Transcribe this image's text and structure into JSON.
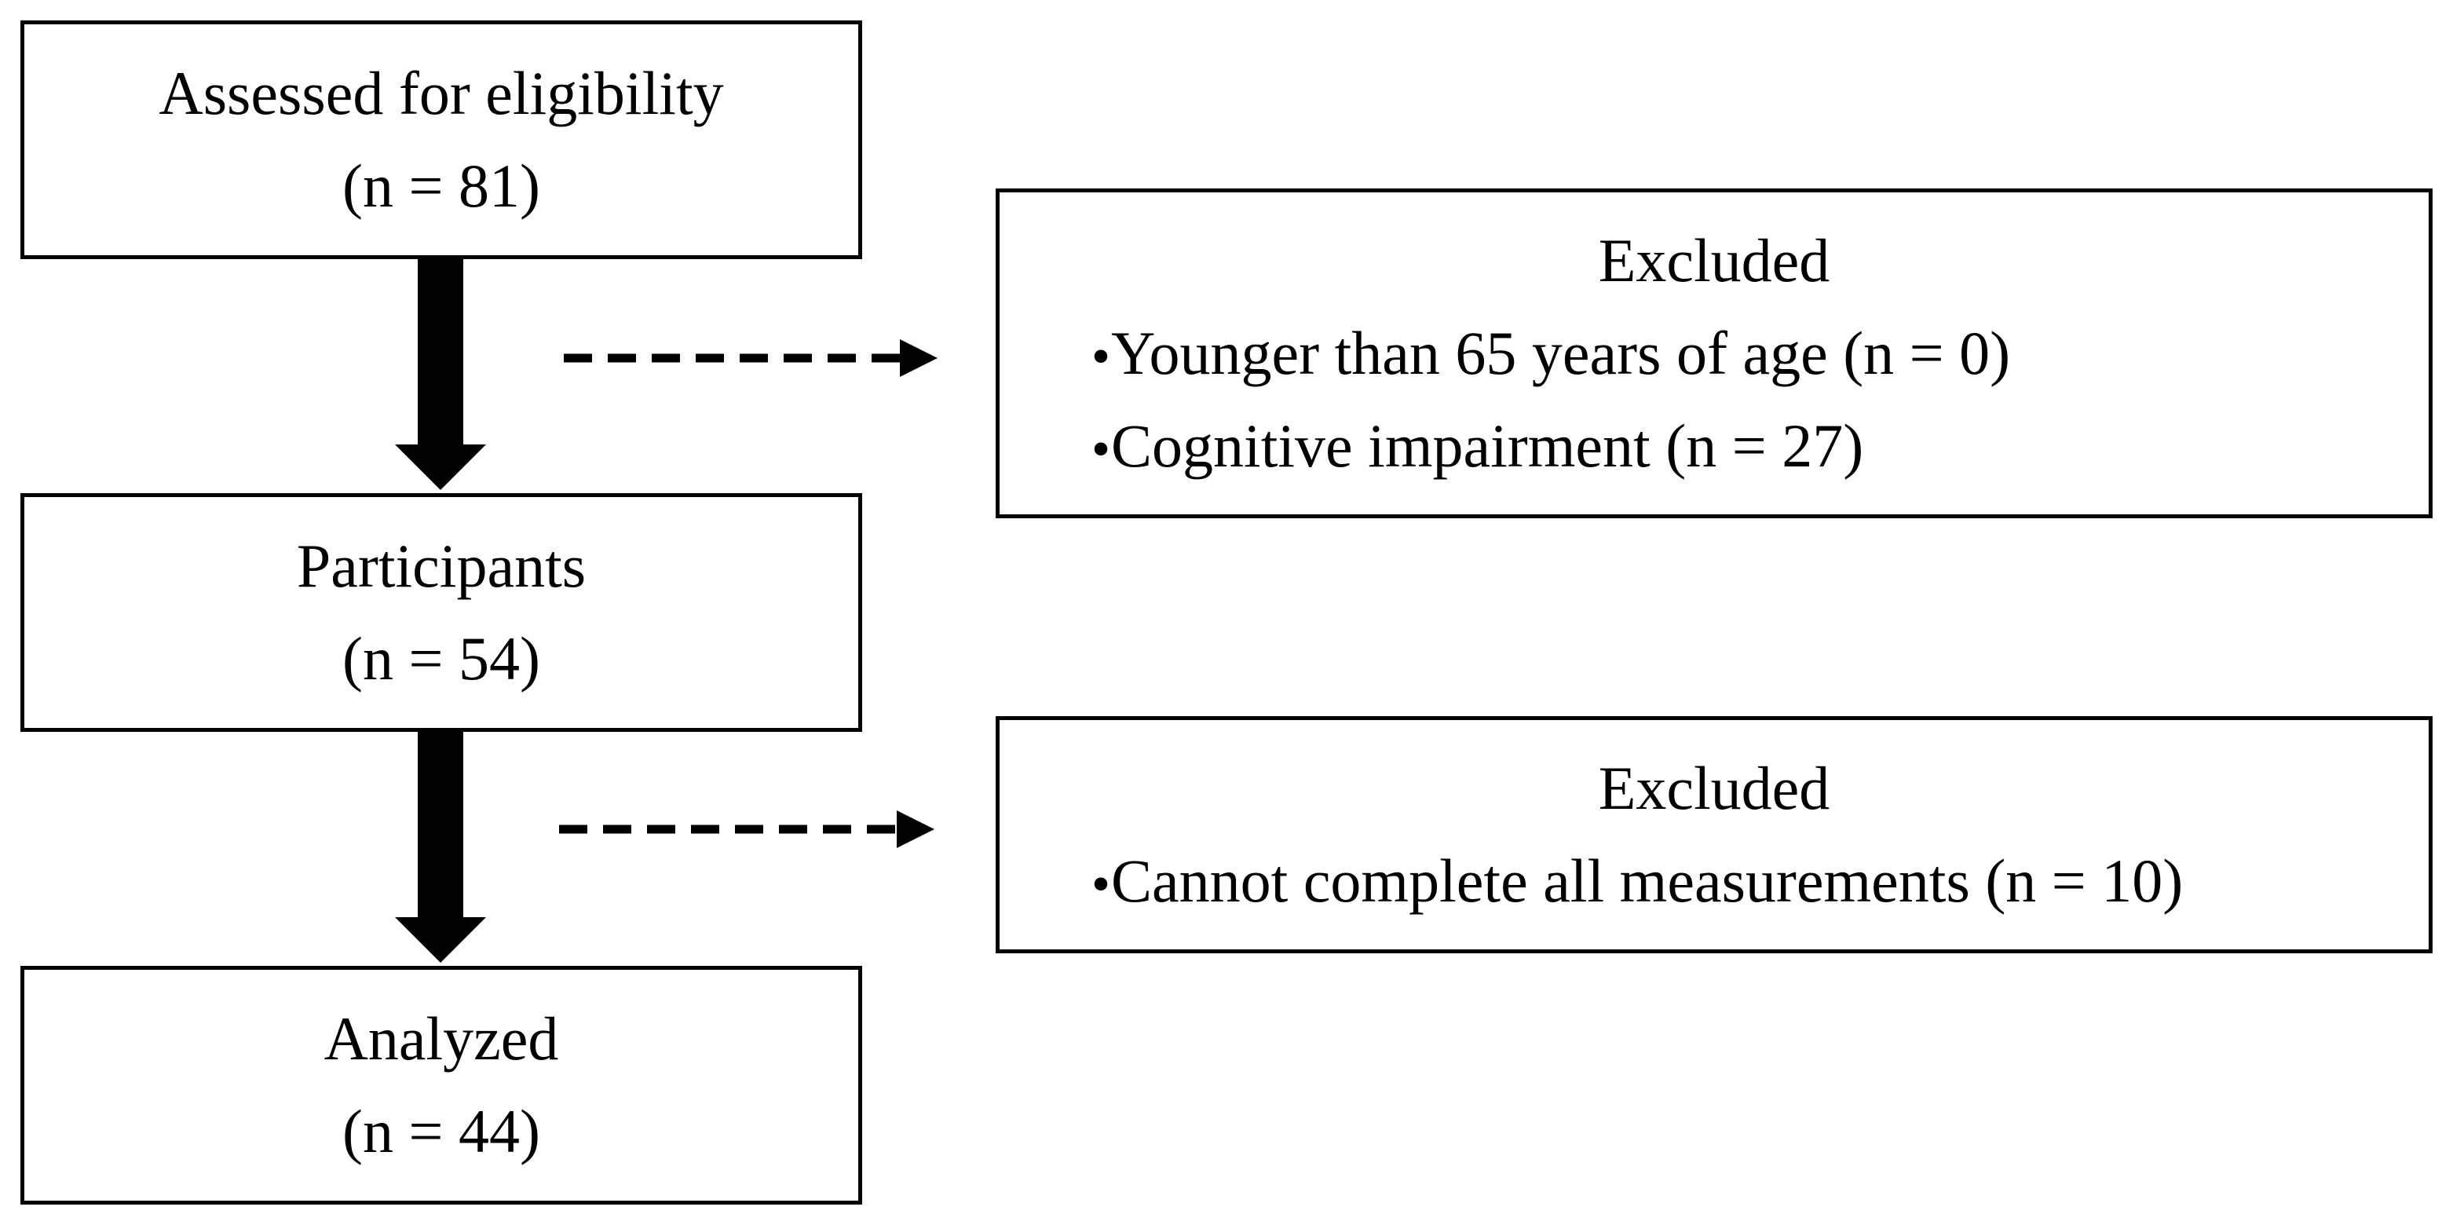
{
  "flow": {
    "assessed": {
      "title": "Assessed for eligibility",
      "n": "(n = 81)"
    },
    "participants": {
      "title": "Participants",
      "n": "(n = 54)"
    },
    "analyzed": {
      "title": "Analyzed",
      "n": "(n = 44)"
    }
  },
  "exclusions": [
    {
      "title": "Excluded",
      "bullet": "・",
      "items": [
        "Younger than 65 years of age (n = 0)",
        "Cognitive impairment (n = 27)"
      ]
    },
    {
      "title": "Excluded",
      "bullet": "・",
      "items": [
        "Cannot complete all measurements (n = 10)"
      ]
    }
  ]
}
